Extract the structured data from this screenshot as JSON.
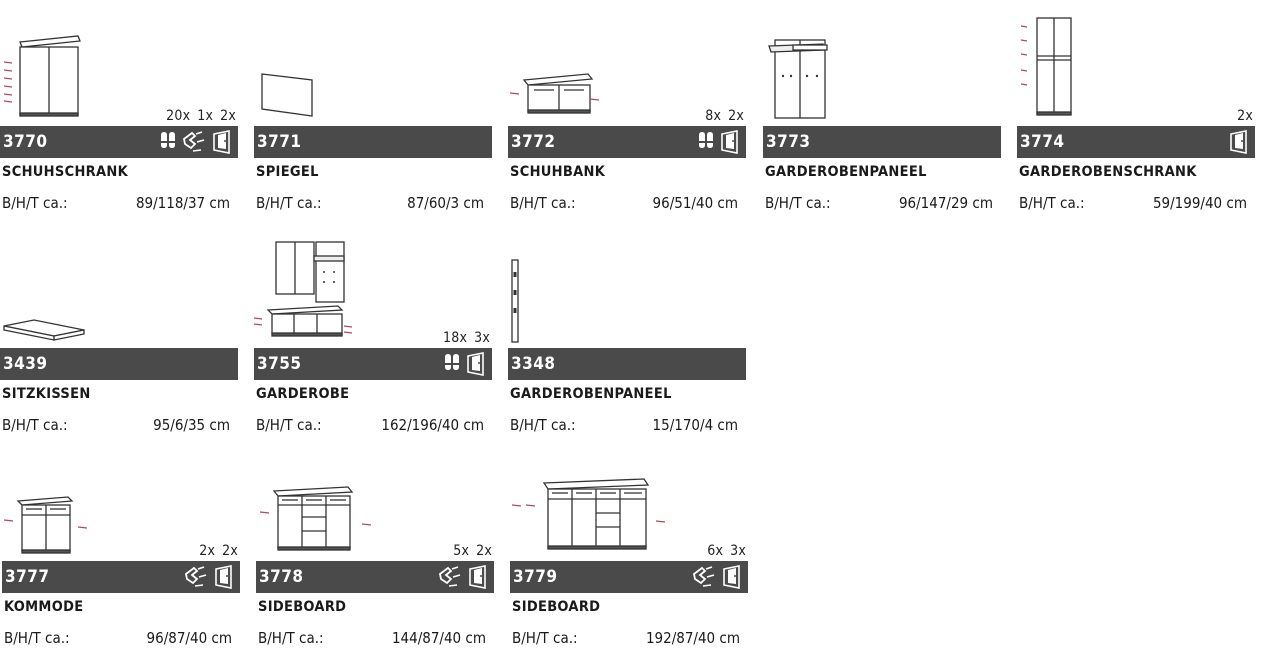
{
  "products": [
    {
      "code": "3770",
      "name": "SCHUHSCHRANK",
      "dim_label": "B/H/T ca.:",
      "dim_value": "89/118/37 cm",
      "features": [
        "20x",
        "1x",
        "2x"
      ],
      "icons": [
        "shoe-icon",
        "shelf-icon",
        "door-icon"
      ]
    },
    {
      "code": "3771",
      "name": "SPIEGEL",
      "dim_label": "B/H/T ca.:",
      "dim_value": "87/60/3 cm",
      "features": [],
      "icons": []
    },
    {
      "code": "3772",
      "name": "SCHUHBANK",
      "dim_label": "B/H/T ca.:",
      "dim_value": "96/51/40 cm",
      "features": [
        "8x",
        "2x"
      ],
      "icons": [
        "shoe-icon",
        "door-icon"
      ]
    },
    {
      "code": "3773",
      "name": "GARDEROBENPANEEL",
      "dim_label": "B/H/T ca.:",
      "dim_value": "96/147/29 cm",
      "features": [],
      "icons": []
    },
    {
      "code": "3774",
      "name": "GARDEROBENSCHRANK",
      "dim_label": "B/H/T ca.:",
      "dim_value": "59/199/40 cm",
      "features": [
        "2x"
      ],
      "icons": [
        "door-icon"
      ]
    },
    {
      "code": "3439",
      "name": "SITZKISSEN",
      "dim_label": "B/H/T ca.:",
      "dim_value": "95/6/35 cm",
      "features": [],
      "icons": []
    },
    {
      "code": "3755",
      "name": "GARDEROBE",
      "dim_label": "B/H/T ca.:",
      "dim_value": "162/196/40 cm",
      "features": [
        "18x",
        "3x"
      ],
      "icons": [
        "shoe-icon",
        "door-icon"
      ]
    },
    {
      "code": "3348",
      "name": "GARDEROBENPANEEL",
      "dim_label": "B/H/T ca.:",
      "dim_value": "15/170/4 cm",
      "features": [],
      "icons": []
    },
    {
      "code": "3777",
      "name": "KOMMODE",
      "dim_label": "B/H/T ca.:",
      "dim_value": "96/87/40 cm",
      "features": [
        "2x",
        "2x"
      ],
      "icons": [
        "shelf-icon",
        "door-icon"
      ]
    },
    {
      "code": "3778",
      "name": "SIDEBOARD",
      "dim_label": "B/H/T ca.:",
      "dim_value": "144/87/40 cm",
      "features": [
        "5x",
        "2x"
      ],
      "icons": [
        "shelf-icon",
        "door-icon"
      ]
    },
    {
      "code": "3779",
      "name": "SIDEBOARD",
      "dim_label": "B/H/T ca.:",
      "dim_value": "192/87/40 cm",
      "features": [
        "6x",
        "3x"
      ],
      "icons": [
        "shelf-icon",
        "door-icon"
      ]
    }
  ],
  "colors": {
    "bar": "#4a4a4a",
    "accent": "#b0485a"
  }
}
